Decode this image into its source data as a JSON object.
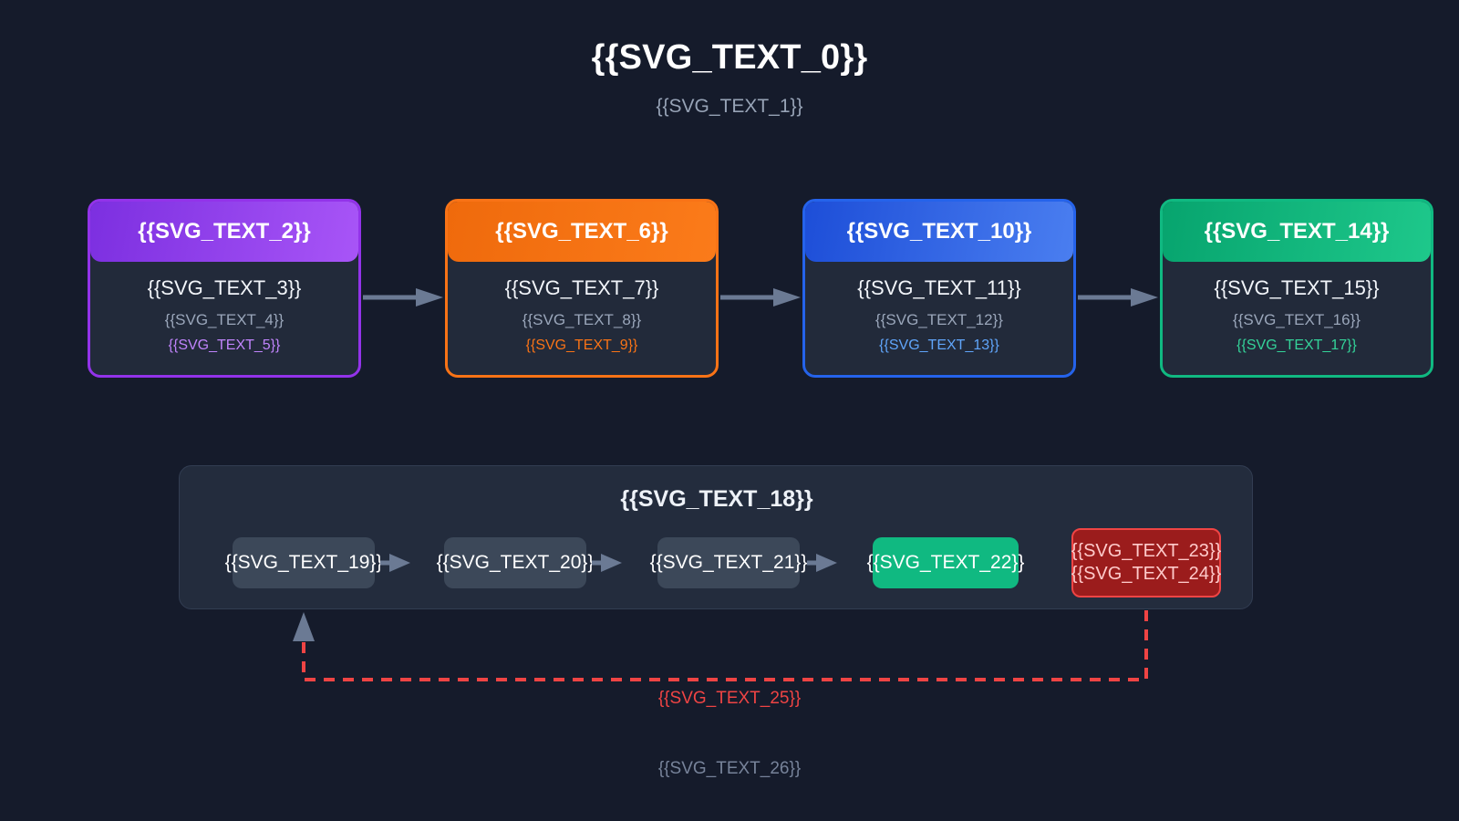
{
  "header": {
    "title": "{{SVG_TEXT_0}}",
    "subtitle": "{{SVG_TEXT_1}}"
  },
  "stages": [
    {
      "header": "{{SVG_TEXT_2}}",
      "line1": "{{SVG_TEXT_3}}",
      "line2": "{{SVG_TEXT_4}}",
      "line3": "{{SVG_TEXT_5}}",
      "accent": "#9333ea",
      "accent_text": "#c084fc"
    },
    {
      "header": "{{SVG_TEXT_6}}",
      "line1": "{{SVG_TEXT_7}}",
      "line2": "{{SVG_TEXT_8}}",
      "line3": "{{SVG_TEXT_9}}",
      "accent": "#f97316",
      "accent_text": "#f97316"
    },
    {
      "header": "{{SVG_TEXT_10}}",
      "line1": "{{SVG_TEXT_11}}",
      "line2": "{{SVG_TEXT_12}}",
      "line3": "{{SVG_TEXT_13}}",
      "accent": "#2563eb",
      "accent_text": "#60a5fa"
    },
    {
      "header": "{{SVG_TEXT_14}}",
      "line1": "{{SVG_TEXT_15}}",
      "line2": "{{SVG_TEXT_16}}",
      "line3": "{{SVG_TEXT_17}}",
      "accent": "#10b981",
      "accent_text": "#34d399"
    }
  ],
  "pipeline": {
    "title": "{{SVG_TEXT_18}}",
    "steps": [
      {
        "label": "{{SVG_TEXT_19}}",
        "state": "default"
      },
      {
        "label": "{{SVG_TEXT_20}}",
        "state": "default"
      },
      {
        "label": "{{SVG_TEXT_21}}",
        "state": "default"
      },
      {
        "label": "{{SVG_TEXT_22}}",
        "state": "success"
      }
    ],
    "error_box": {
      "line1": "{{SVG_TEXT_23}}",
      "line2": "{{SVG_TEXT_24}}",
      "fill": "#9b1c1c",
      "border": "#ef4444",
      "text": "#fecaca"
    }
  },
  "feedback": {
    "label": "{{SVG_TEXT_25}}",
    "color": "#ef4444",
    "style": "dashed"
  },
  "footer": {
    "text": "{{SVG_TEXT_26}}"
  },
  "colors": {
    "background": "#151b2b",
    "panel": "#232c3d",
    "card_body": "#222a3a",
    "arrow": "#6b7a94",
    "muted_text": "#97a3b6"
  }
}
